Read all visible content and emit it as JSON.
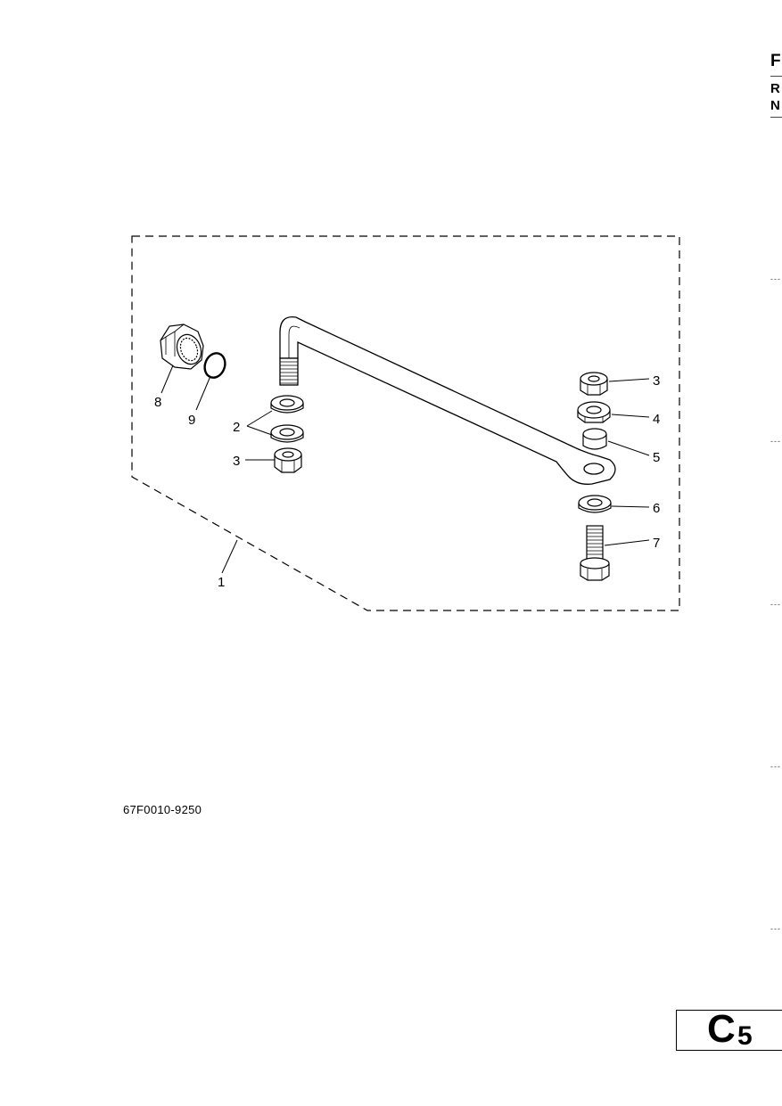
{
  "header_edge": {
    "f": "F",
    "r": "R",
    "n": "N"
  },
  "callouts": {
    "c1": "1",
    "c2": "2",
    "c3a": "3",
    "c3b": "3",
    "c4": "4",
    "c5": "5",
    "c6": "6",
    "c7": "7",
    "c8": "8",
    "c9": "9"
  },
  "part_code": "67F0010-9250",
  "page_tab": {
    "letter": "C",
    "number": "5"
  },
  "colors": {
    "line": "#000000",
    "background": "#ffffff"
  }
}
